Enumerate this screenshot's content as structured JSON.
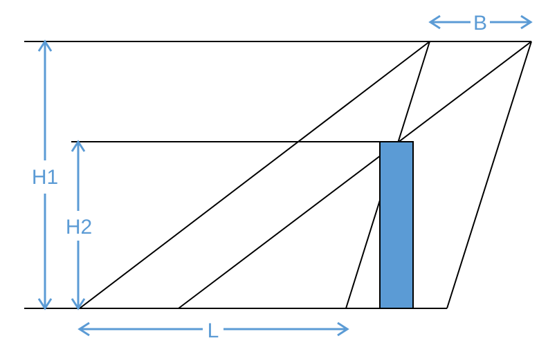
{
  "labels": {
    "B": "B",
    "H1": "H1",
    "H2": "H2",
    "L": "L"
  },
  "colors": {
    "line": "#000000",
    "dimension": "#5b9bd5",
    "block_fill": "#5b9bd5",
    "background": "#ffffff"
  }
}
